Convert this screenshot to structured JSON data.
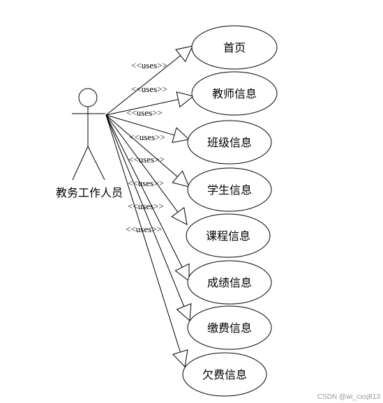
{
  "actor": {
    "label": "教务工作人员"
  },
  "relation_label": "<<uses>>",
  "use_cases": [
    {
      "id": "home",
      "label": "首页"
    },
    {
      "id": "teacher",
      "label": "教师信息"
    },
    {
      "id": "class",
      "label": "班级信息"
    },
    {
      "id": "student",
      "label": "学生信息"
    },
    {
      "id": "course",
      "label": "课程信息"
    },
    {
      "id": "grade",
      "label": "成绩信息"
    },
    {
      "id": "payment",
      "label": "缴费信息"
    },
    {
      "id": "arrears",
      "label": "欠费信息"
    }
  ],
  "watermark": "CSDN @wi_cxsj813"
}
